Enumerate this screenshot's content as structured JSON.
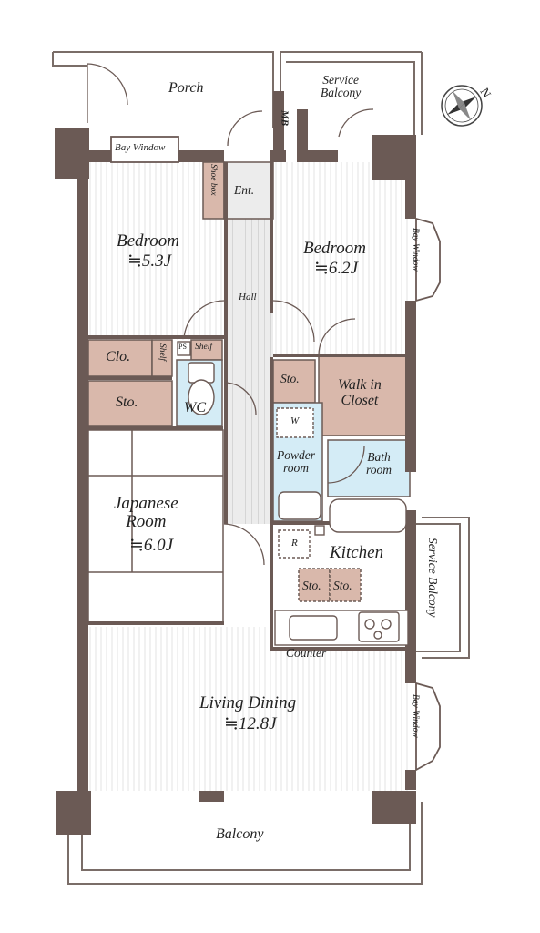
{
  "rooms": {
    "porch": "Porch",
    "service_balcony_top_line1": "Service",
    "service_balcony_top_line2": "Balcony",
    "mb": "MB",
    "bay_window_top": "Bay Window",
    "shoe_box": "Shoe box",
    "entrance": "Ent.",
    "bedroom_left_name": "Bedroom",
    "bedroom_left_size": "≒5.3J",
    "bedroom_right_name": "Bedroom",
    "bedroom_right_size": "≒6.2J",
    "bay_window_right_upper": "Bay Window",
    "hall": "Hall",
    "closet": "Clo.",
    "shelf_small": "Shelf",
    "ps": "PS",
    "shelf_wc": "Shelf",
    "storage_left": "Sto.",
    "wc": "WC",
    "storage_hall": "Sto.",
    "walk_in_line1": "Walk in",
    "walk_in_line2": "Closet",
    "washer": "W",
    "powder_line1": "Powder",
    "powder_line2": "room",
    "bath_line1": "Bath",
    "bath_line2": "room",
    "japanese_line1": "Japanese",
    "japanese_line2": "Room",
    "japanese_size": "≒6.0J",
    "refrigerator": "R",
    "kitchen": "Kitchen",
    "kitchen_sto_1": "Sto.",
    "kitchen_sto_2": "Sto.",
    "service_balcony_right": "Service Balcony",
    "counter": "Counter",
    "living_name": "Living Dining",
    "living_size": "≒12.8J",
    "bay_window_right_lower": "Bay Window",
    "balcony": "Balcony"
  },
  "compass": {
    "north": "N"
  },
  "colors": {
    "wall": "#6b5a55",
    "storage_fill": "#d9b8ab",
    "wet_fill": "#d4ecf6",
    "hall_fill": "#ececec",
    "floor_lines": "#d6d6d6"
  }
}
